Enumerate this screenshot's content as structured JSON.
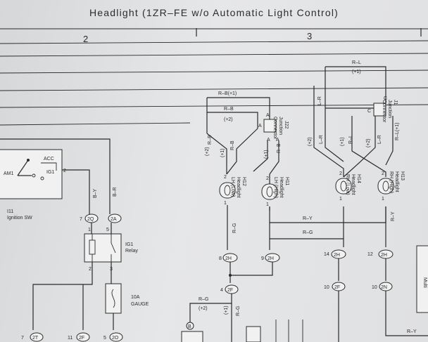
{
  "title": "Headlight (1ZR–FE w/o Automatic Light Control)",
  "columns": [
    "2",
    "3"
  ],
  "wires": {
    "rl": "R–L",
    "rl_code": "(+1)",
    "rb_top": "R–B(+1)",
    "rb_mid": "R–B",
    "rb_code": "(+2)",
    "rb_vert": "R–B",
    "by": "B–Y",
    "br": "B–R",
    "ry": "R–Y",
    "rg": "R–G",
    "rg_code": "(+2)",
    "lr": "L–R",
    "rl2": "R–L",
    "rl_plus": "R–L(+1)",
    "code1": "(+1)",
    "code2": "(+2)",
    "acc": "ACC",
    "ig1": "IG1",
    "am1": "AM1"
  },
  "components": {
    "ignition_id": "I11",
    "ignition_name": "Ignition SW",
    "relay_name": "IG1",
    "relay_sub": "Relay",
    "fuse_rating": "10A",
    "fuse_name": "GAUGE",
    "j22_id": "J22",
    "j22_line1": "Junction",
    "j22_line2": "Connector",
    "j1_id": "J1",
    "j1_line1": "Junction",
    "j1_line2": "Connector",
    "h12_id": "H12",
    "h12_line1": "Headlight",
    "h12_line2": "LH (Low)",
    "h11_id": "H11",
    "h11_line1": "Headlight",
    "h11_line2": "LH (High)",
    "h14_id": "H14",
    "h14_line1": "Headlight",
    "h14_line2": "RH (Low)",
    "h13_id": "H13",
    "h13_line1": "Headlight",
    "h13_line2": "RH (High)",
    "bottom_b": "B",
    "right_box": "Multi"
  },
  "pins": {
    "p2": "2",
    "p1": "1",
    "p3": "3",
    "p5": "5",
    "A": "A",
    "C": "C",
    "B": "B",
    "n7": "7",
    "n9": "9",
    "n8": "8",
    "n4": "4",
    "n14": "14",
    "n12": "12",
    "n10": "10",
    "n11": "11"
  },
  "connectors": {
    "c2Q": "2Q",
    "c2A": "2A",
    "c2H": "2H",
    "c2F": "2F",
    "c2N": "2N",
    "c2T": "2T",
    "c2O": "2O"
  }
}
